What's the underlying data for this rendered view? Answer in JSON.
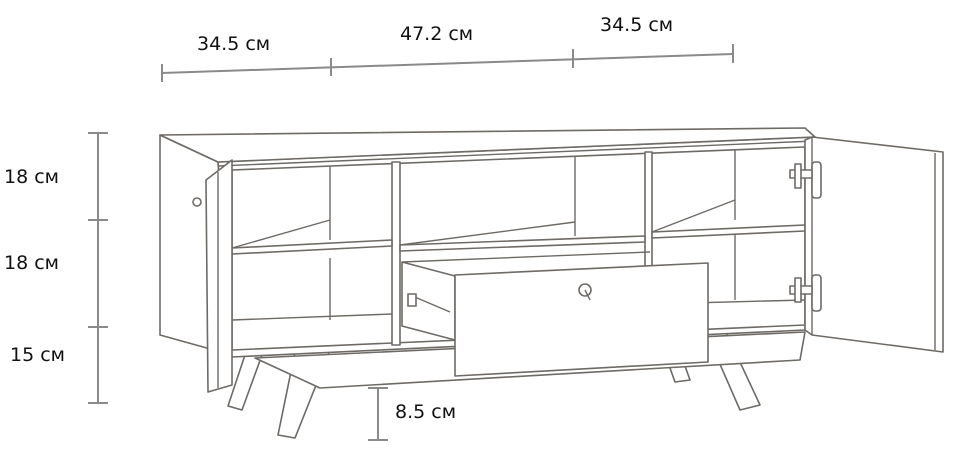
{
  "title": "TV stand dimensions",
  "width_dimensions": {
    "left_section": "34.5 см",
    "middle_section": "47.2 см",
    "right_section": "34.5 см"
  },
  "height_dimensions": {
    "top_shelf": "18 см",
    "middle_shelf": "18 см",
    "bottom_shelf": "15 см",
    "leg_clearance": "8.5 см"
  }
}
